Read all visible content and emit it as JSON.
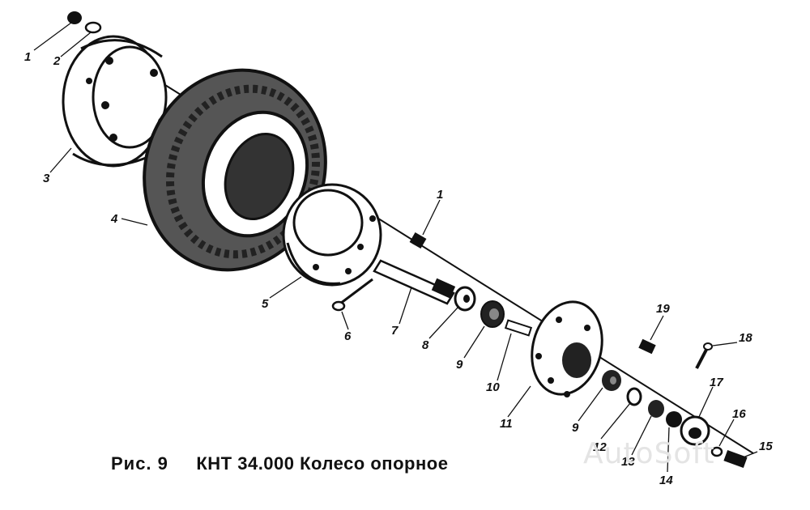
{
  "figure": {
    "caption_prefix": "Рис. 9",
    "caption_title": "КНТ 34.000 Колесо опорное",
    "watermark": "AutoSoft"
  },
  "callouts": [
    "1",
    "2",
    "3",
    "4",
    "5",
    "6",
    "7",
    "8",
    "9",
    "10",
    "11",
    "9",
    "12",
    "13",
    "14",
    "15",
    "16",
    "17",
    "18",
    "19",
    "1"
  ],
  "colors": {
    "ink": "#111111",
    "paper": "#ffffff",
    "watermark": "#e4e4e4"
  }
}
